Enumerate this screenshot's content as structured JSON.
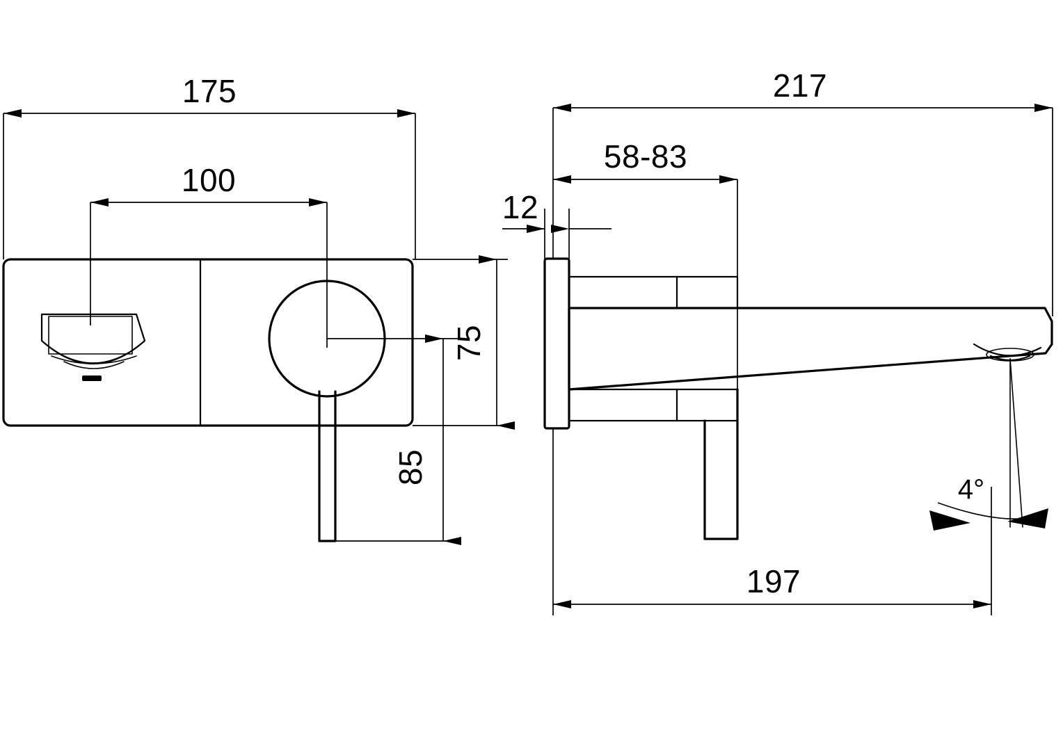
{
  "drawing": {
    "type": "technical-dimension-drawing",
    "subject": "wall-mounted single-lever basin mixer",
    "units": "mm",
    "background_color": "#ffffff",
    "line_color": "#000000",
    "views": [
      {
        "id": "front-view",
        "name": "Front elevation"
      },
      {
        "id": "side-view",
        "name": "Side elevation"
      }
    ]
  },
  "front_view": {
    "dimensions": {
      "plate_width": "175",
      "mount_spacing": "100",
      "plate_height": "75",
      "lever_drop": "85"
    }
  },
  "side_view": {
    "dimensions": {
      "total_projection": "217",
      "wall_to_handle_range": "58-83",
      "plate_thickness": "12",
      "spout_projection": "197",
      "stream_angle": "4°"
    }
  },
  "labels": {
    "d175": "175",
    "d100": "100",
    "d75": "75",
    "d85": "85",
    "d217": "217",
    "d5883": "58-83",
    "d12": "12",
    "d197": "197",
    "d4deg": "4°"
  }
}
